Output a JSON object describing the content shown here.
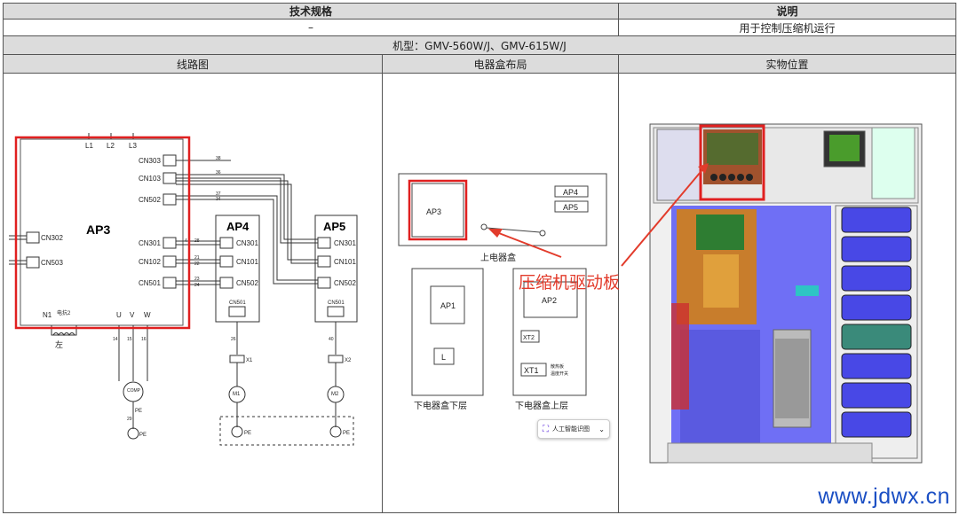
{
  "table": {
    "header": {
      "spec": "技术规格",
      "desc": "说明"
    },
    "row1": {
      "spec": "–",
      "desc": "用于控制压缩机运行"
    },
    "model": "机型：GMV-560W/J、GMV-615W/J",
    "cols": {
      "wiring": "线路图",
      "layout": "电器盒布局",
      "photo": "实物位置"
    }
  },
  "wiring": {
    "ap3": {
      "label": "AP3",
      "l_terms": [
        "L1",
        "L2",
        "L3"
      ],
      "right_ports": [
        "CN303",
        "CN103",
        "CN502",
        "CN301",
        "CN102",
        "CN501"
      ],
      "left_ports": [
        "CN302",
        "CN503"
      ],
      "bottom": [
        "N1",
        "U",
        "V",
        "W"
      ],
      "reactor": "电抗2",
      "left_word": "左"
    },
    "ap4": {
      "label": "AP4",
      "ports": [
        "CN301",
        "CN101",
        "CN502"
      ],
      "sub": "CN501"
    },
    "ap5": {
      "label": "AP5",
      "ports": [
        "CN301",
        "CN101",
        "CN502"
      ],
      "sub": "CN501"
    },
    "wire_nums": [
      "38",
      "36",
      "37",
      "34",
      "4",
      "28",
      "21",
      "22",
      "23",
      "24",
      "14",
      "15",
      "16",
      "29",
      "26",
      "40"
    ],
    "motors": {
      "comp": "COMP\n3~",
      "m1": "M1\n3~",
      "m2": "M2\n3~"
    },
    "xt": [
      "X1",
      "X2"
    ],
    "pe": "PE"
  },
  "layout": {
    "upper_box": {
      "label": "上电器盒",
      "ap3": "AP3",
      "ap4": "AP4",
      "ap5": "AP5"
    },
    "lower_left": {
      "label": "下电器盒下层",
      "ap1": "AP1",
      "l": "L"
    },
    "lower_right": {
      "label": "下电器盒上层",
      "ap2": "AP2",
      "xt2": "XT2",
      "xt1": "XT1",
      "note": "散热板\n温度开关"
    },
    "callout": "压缩机驱动板",
    "ai_button": "人工智能识图"
  },
  "watermark": "www.jdwx.cn",
  "colors": {
    "highlight": "#e02020",
    "callout": "#e23b2b",
    "watermark": "#1b4fc4"
  }
}
